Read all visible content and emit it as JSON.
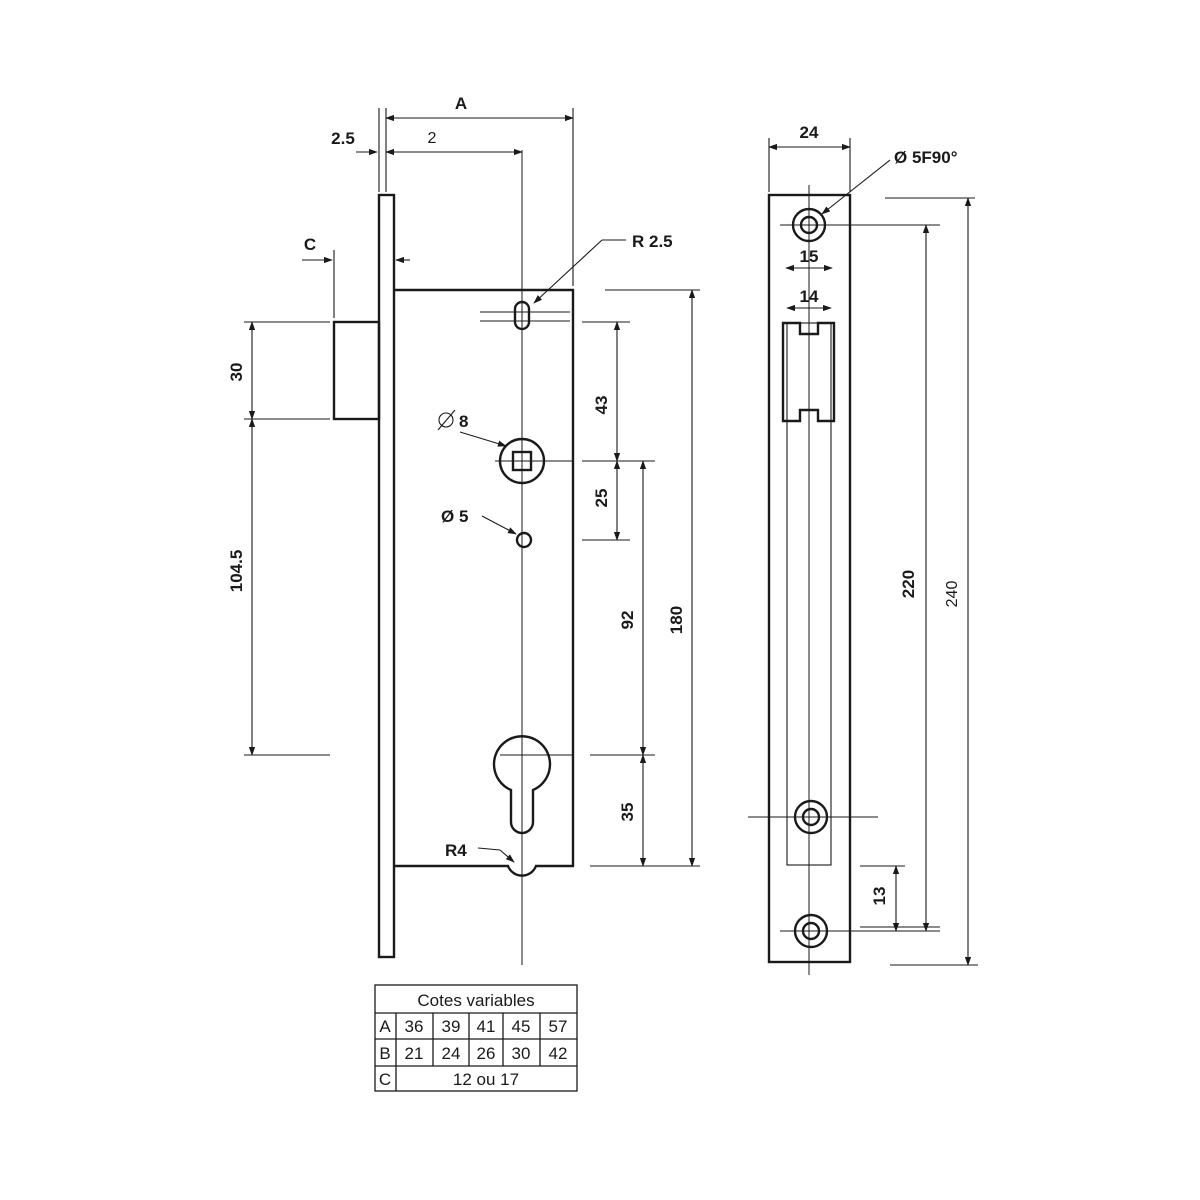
{
  "front_view": {
    "A": "A",
    "faceplate_thickness": "2.5",
    "backset_ref": "2",
    "C": "C",
    "bolt_height": "30",
    "bolt_to_cylinder": "104.5",
    "slot_radius": "R 2.5",
    "spindle_diameter": "8",
    "screw_hole_diameter": "Ø 5",
    "dim_43": "43",
    "dim_25": "25",
    "dim_92": "92",
    "dim_180": "180",
    "dim_35": "35",
    "notch_radius": "R4"
  },
  "side_view": {
    "width": "24",
    "hole_spec": "Ø 5F90°",
    "dim_15": "15",
    "dim_14": "14",
    "dim_220": "220",
    "dim_240": "240",
    "dim_13": "13"
  },
  "table": {
    "title": "Cotes variables",
    "rows": [
      {
        "label": "A",
        "values": [
          "36",
          "39",
          "41",
          "45",
          "57"
        ]
      },
      {
        "label": "B",
        "values": [
          "21",
          "24",
          "26",
          "30",
          "42"
        ]
      },
      {
        "label": "C",
        "values": [
          "12 ou 17"
        ]
      }
    ]
  }
}
